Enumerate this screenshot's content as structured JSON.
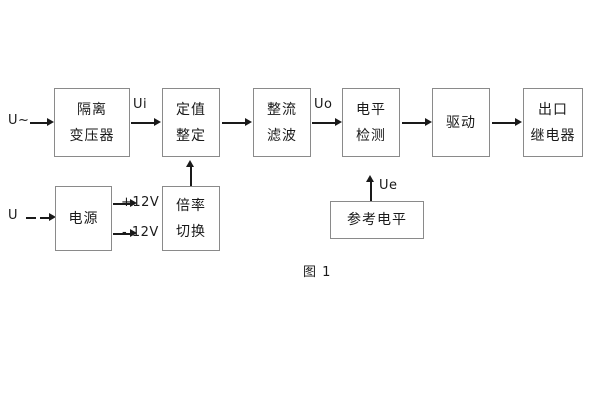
{
  "diagram": {
    "caption": "图 1",
    "blocks": [
      {
        "id": "isolation-transformer",
        "lines": [
          "隔离",
          "变压器"
        ]
      },
      {
        "id": "setting-value",
        "lines": [
          "定值",
          "整定"
        ]
      },
      {
        "id": "rectify-filter",
        "lines": [
          "整流",
          "滤波"
        ]
      },
      {
        "id": "level-detection",
        "lines": [
          "电平",
          "检测"
        ]
      },
      {
        "id": "drive",
        "lines": [
          "驱动"
        ]
      },
      {
        "id": "output-relay",
        "lines": [
          "出口",
          "继电器"
        ]
      },
      {
        "id": "power-supply",
        "lines": [
          "电源"
        ]
      },
      {
        "id": "multiplier-switch",
        "lines": [
          "倍率",
          "切换"
        ]
      },
      {
        "id": "reference-level",
        "lines": [
          "参考电平"
        ]
      }
    ],
    "signals": {
      "input_ac": "U~",
      "input_dc": "U",
      "ui": "Ui",
      "uo": "Uo",
      "ue": "Ue",
      "rail_positive": "+12V",
      "rail_negative": "- 12V"
    },
    "colors": {
      "box_border": "#8a8a8a",
      "text": "#1a1a1a",
      "arrow": "#1a1a1a",
      "background": "#ffffff"
    }
  }
}
